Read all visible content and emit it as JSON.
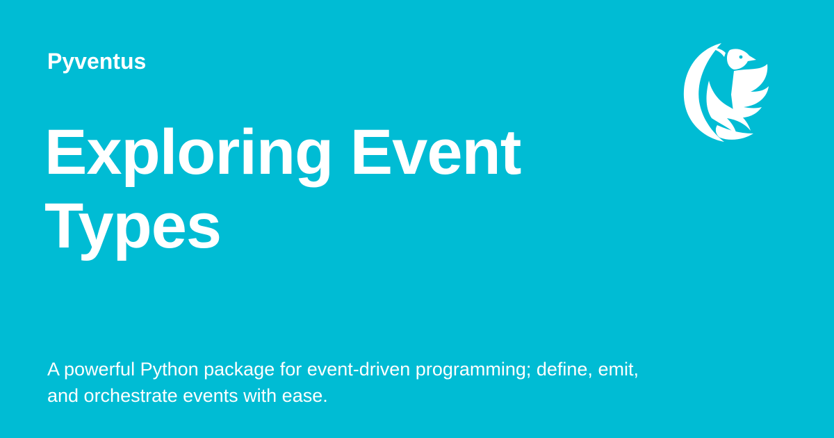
{
  "card": {
    "site_name": "Pyventus",
    "title": "Exploring Event Types",
    "description": "A powerful Python package for event-driven programming; define, emit, and orchestrate events with ease.",
    "logo_icon": "phoenix-icon",
    "colors": {
      "background": "#00bcd4",
      "foreground": "#ffffff"
    }
  }
}
